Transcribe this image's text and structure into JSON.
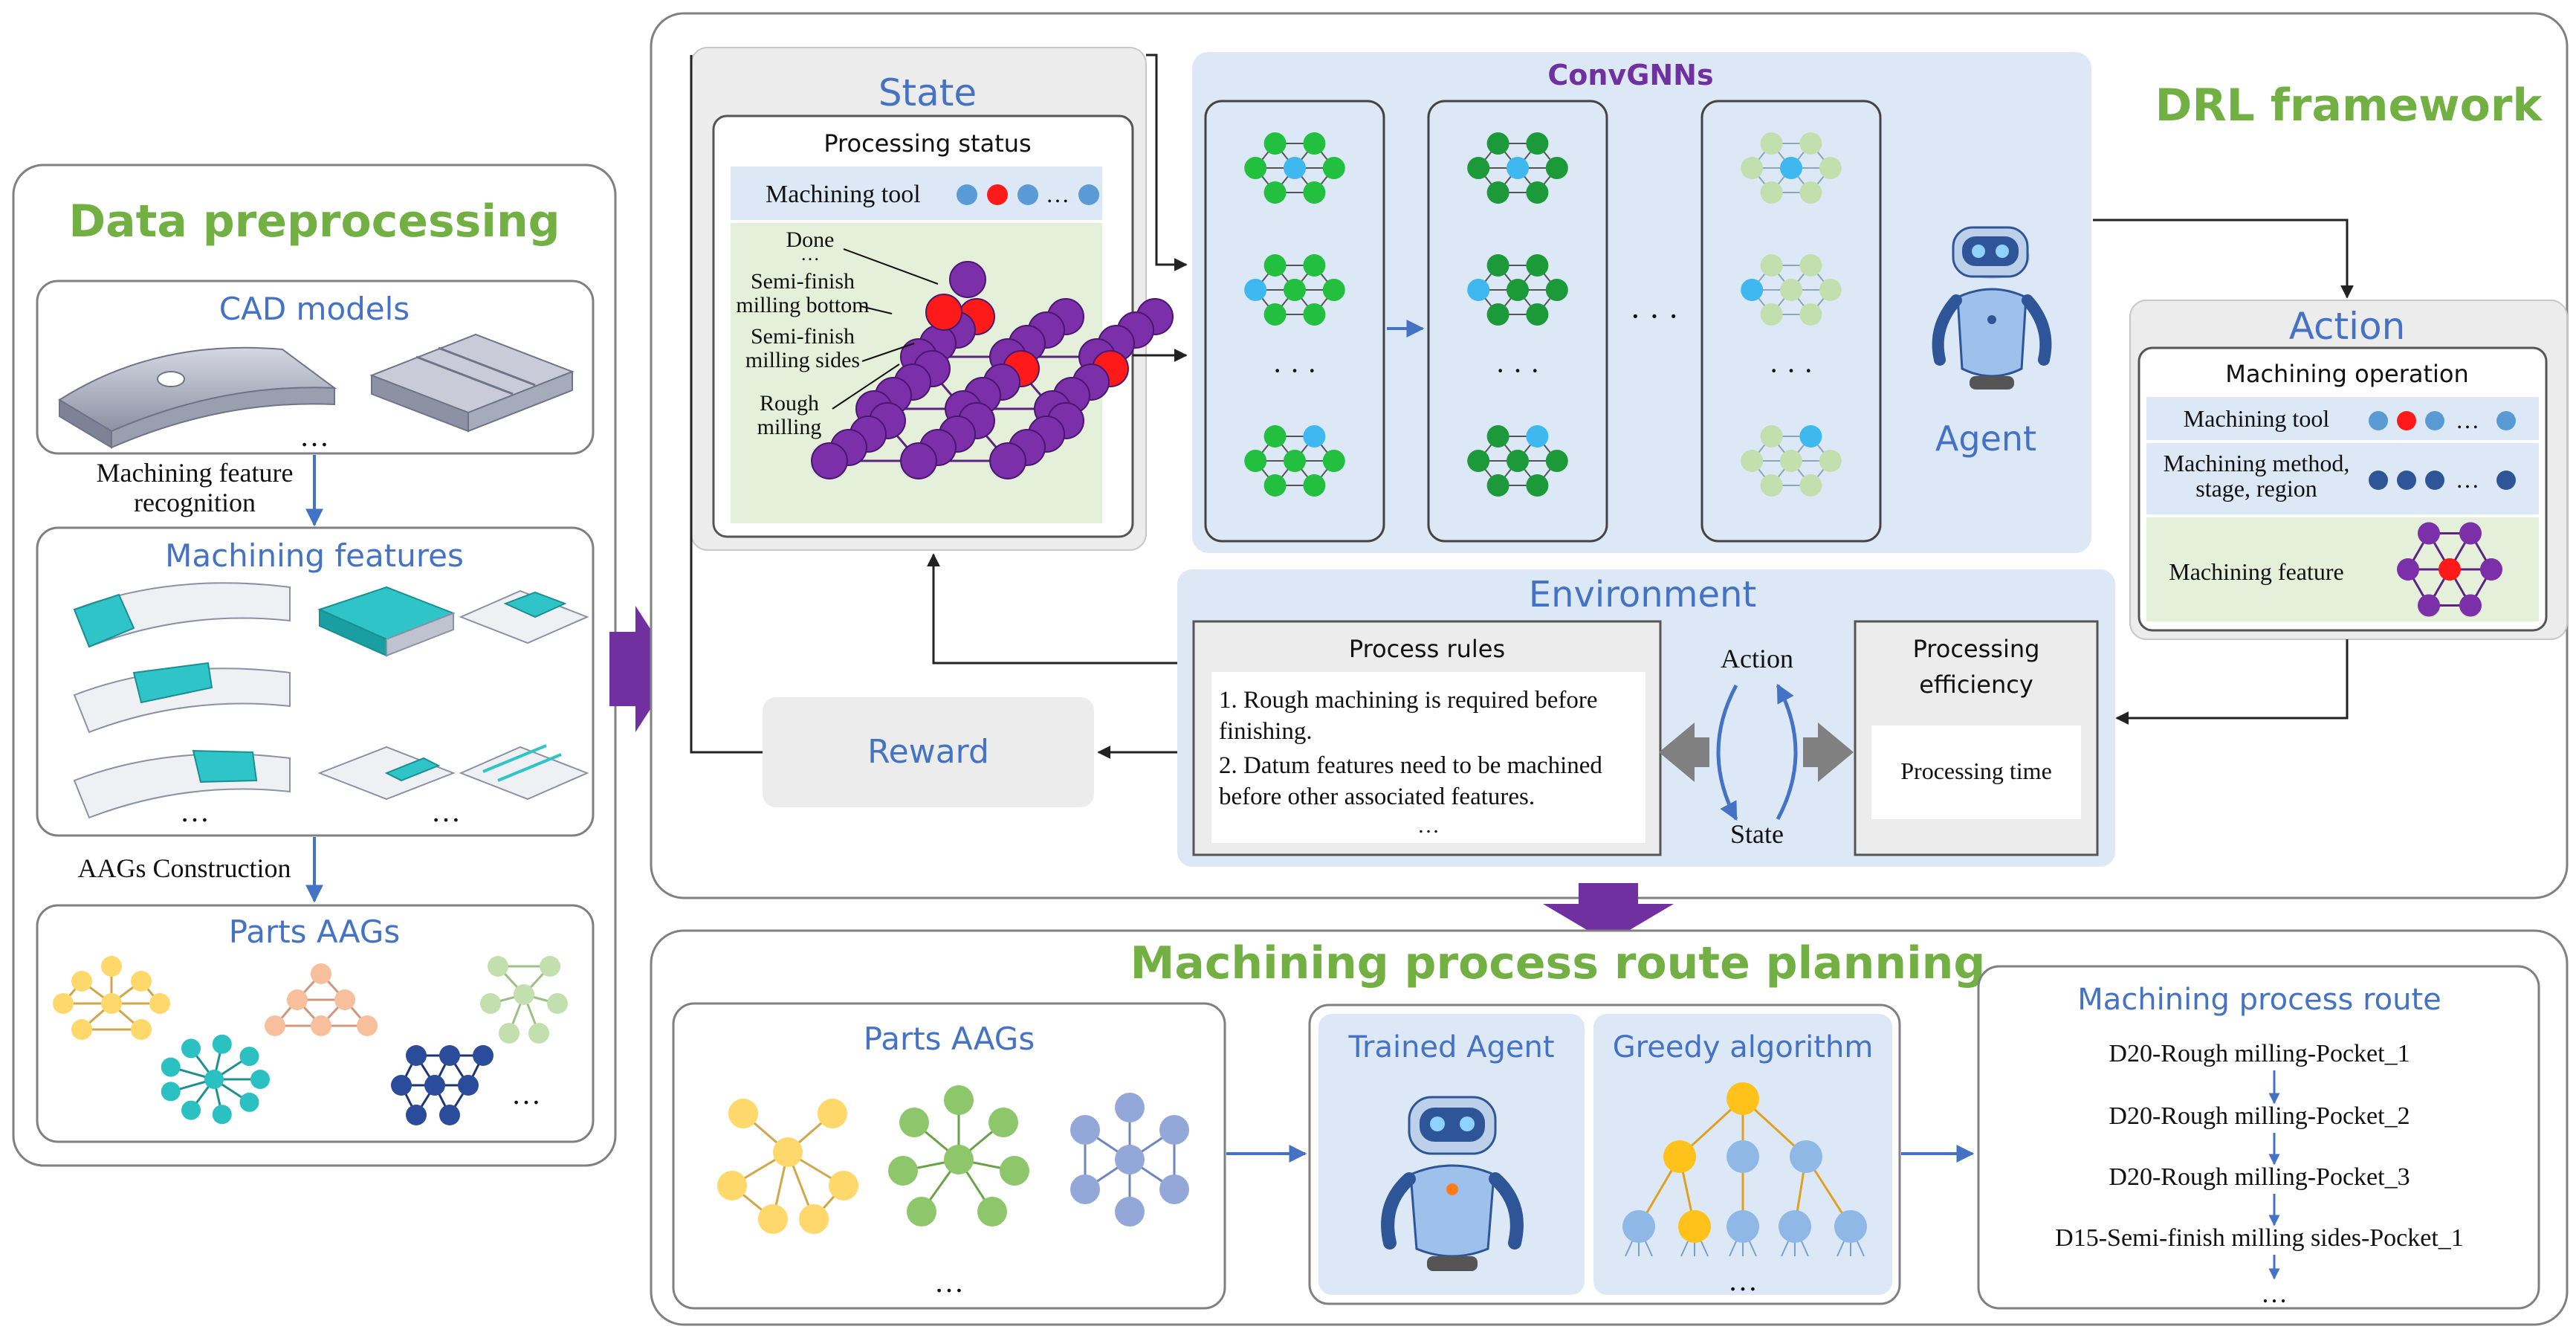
{
  "colors": {
    "green_title": "#72b043",
    "blue_title": "#4472c4",
    "purple_title": "#7030a0",
    "panel_blue": "#dde8f6",
    "panel_gray": "#ececec",
    "panel_green": "#e5f0db",
    "node_green": "#23c03f",
    "node_dark_green": "#1c9a3a",
    "node_pale_green": "#c3dfae",
    "node_blue": "#3fb8f0",
    "node_purple": "#7b2fa8",
    "node_red": "#ff1a1a",
    "node_yellow": "#ffd86b",
    "node_peach": "#f8bf9c",
    "node_teal": "#2bc0c2",
    "node_navy": "#2b4b9b",
    "node_lavender": "#93a8d8",
    "arrow_purple": "#7030a0",
    "arrow_blue": "#4472c4",
    "arrow_gray": "#808080"
  },
  "data_preprocessing": {
    "title": "Data preprocessing",
    "cad_models": {
      "title": "CAD models",
      "more": "…"
    },
    "step1_label_line1": "Machining feature",
    "step1_label_line2": "recognition",
    "machining_features": {
      "title": "Machining features",
      "more1": "…",
      "more2": "…"
    },
    "step2_label": "AAGs Construction",
    "parts_aags": {
      "title": "Parts AAGs",
      "more": "…"
    }
  },
  "drl": {
    "title": "DRL framework",
    "state": {
      "title": "State",
      "processing_status": "Processing status",
      "machining_tool": "Machining tool",
      "dots": "…",
      "labels": [
        "Done",
        "…",
        "Semi-finish",
        "milling bottom",
        "Semi-finish",
        "milling sides",
        "Rough",
        "milling"
      ]
    },
    "convgnns": {
      "title": "ConvGNNs",
      "ellipsis": "…",
      "col_more": "· · ·"
    },
    "agent": {
      "label": "Agent"
    },
    "action": {
      "title": "Action",
      "machining_operation": "Machining operation",
      "machining_tool": "Machining tool",
      "method_line1": "Machining method,",
      "method_line2": "stage, region",
      "machining_feature": "Machining feature",
      "dots": "…"
    },
    "environment": {
      "title": "Environment",
      "process_rules": "Process rules",
      "rule1_line1": "1. Rough machining is required before",
      "rule1_line2": "finishing.",
      "rule2_line1": "2. Datum features need to be machined",
      "rule2_line2": "before other associated features.",
      "more": "…",
      "cycle_action": "Action",
      "cycle_state": "State",
      "efficiency_line1": "Processing",
      "efficiency_line2": "efficiency",
      "processing_time": "Processing time"
    },
    "reward": "Reward"
  },
  "planning": {
    "title": "Machining process route planning",
    "parts_aags": {
      "title": "Parts AAGs",
      "more": "…"
    },
    "trained_agent": "Trained Agent",
    "greedy": {
      "title": "Greedy algorithm",
      "more": "…"
    },
    "route": {
      "title": "Machining process route",
      "steps": [
        "D20-Rough milling-Pocket_1",
        "D20-Rough milling-Pocket_2",
        "D20-Rough milling-Pocket_3",
        "D15-Semi-finish milling sides-Pocket_1"
      ],
      "more": "…"
    }
  }
}
